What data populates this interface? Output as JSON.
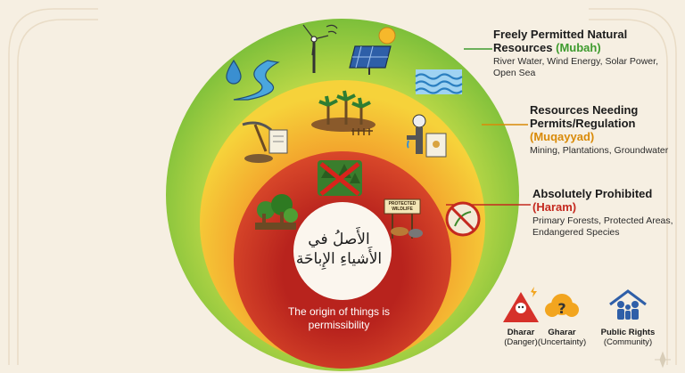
{
  "layers": {
    "mubah": {
      "title": "Freely Permitted Natural Resources",
      "term": "(Mubah)",
      "examples": "River Water, Wind Energy, Solar Power, Open Sea",
      "color": "#8cc63f"
    },
    "muqayyad": {
      "title": "Resources Needing Permits/Regulation",
      "term": "(Muqayyad)",
      "examples": "Mining, Plantations, Groundwater",
      "color": "#f4b52c"
    },
    "haram": {
      "title": "Absolutely Prohibited",
      "term": "(Haram)",
      "examples": "Primary Forests, Protected Areas, Endangered Species",
      "color": "#c62f26"
    }
  },
  "center": {
    "arabic_line1": "الأَصلُ في",
    "arabic_line2": "الأَشياءِ الإِباحَة",
    "caption": "The origin of things is permissibility"
  },
  "sign_text": "PROTECTED WILDLIFE",
  "principles": [
    {
      "name": "Dharar",
      "sub": "(Danger)",
      "icon": "danger-skull-icon",
      "color": "#d6312a"
    },
    {
      "name": "Gharar",
      "sub": "(Uncertainty)",
      "icon": "question-cloud-icon",
      "color": "#f2a51f"
    },
    {
      "name": "Public Rights",
      "sub": "(Community)",
      "icon": "community-house-icon",
      "color": "#2f5fa8"
    }
  ]
}
